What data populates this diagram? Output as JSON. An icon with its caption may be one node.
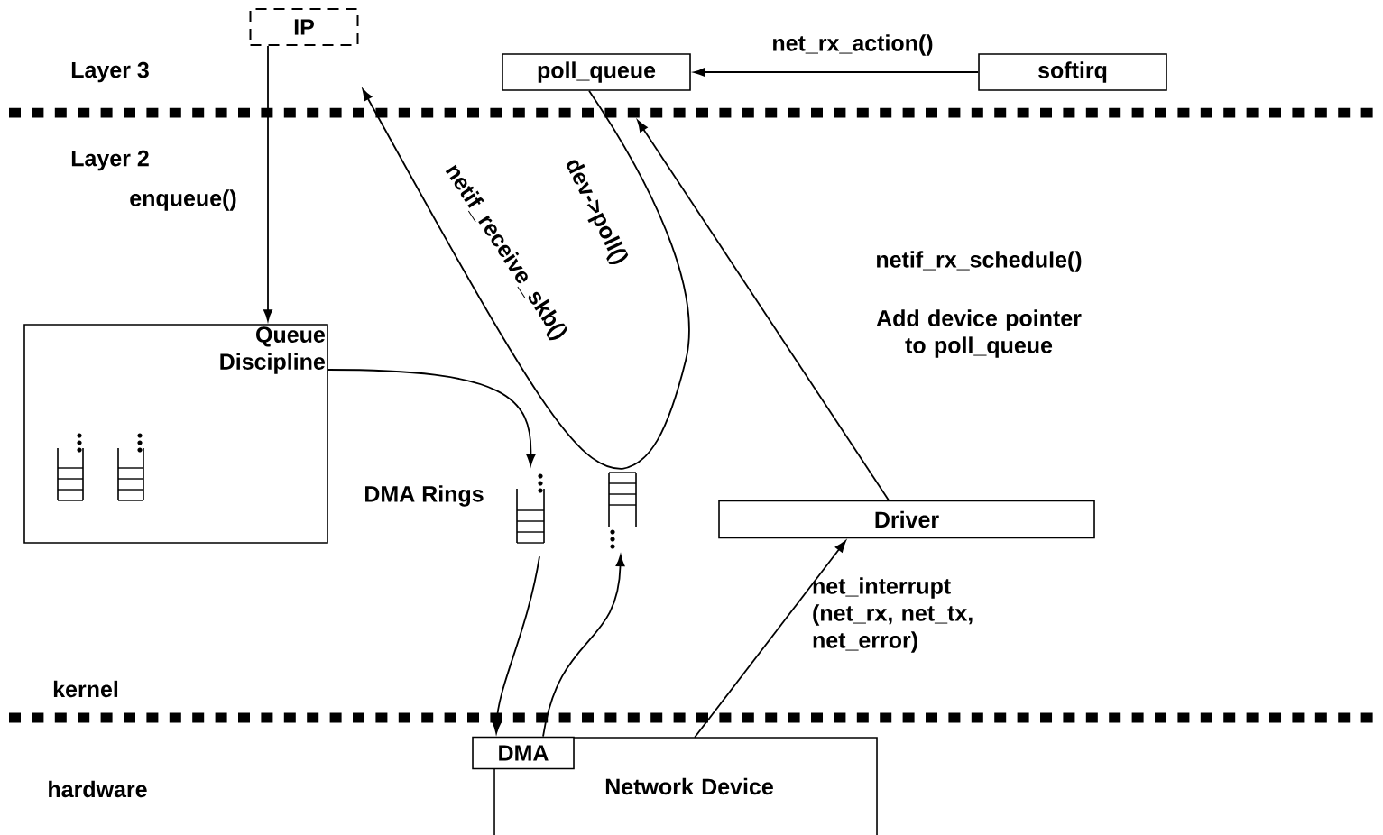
{
  "diagram": {
    "nodes": [
      {
        "text": [
          "IP"
        ]
      },
      {
        "text": [
          "poll_queue"
        ]
      },
      {
        "text": [
          "softirq"
        ]
      },
      {
        "text": [
          "Queue Discipline"
        ]
      },
      {
        "text": [],
        "shape": "box"
      },
      {
        "text": [],
        "shape": "box"
      },
      {
        "text": [
          "Driver"
        ]
      },
      {
        "text": [
          "Network Device"
        ]
      },
      {
        "text": [
          "DMA"
        ]
      }
    ],
    "edges": [
      {
        "from": 2,
        "to": 1,
        "arrow": "to",
        "label": "net_rx_action()"
      },
      {
        "from": 0,
        "to": 3,
        "arrow": "to",
        "label": "enqueue()"
      },
      {
        "from": 3,
        "to": 4,
        "arrow": "to"
      },
      {
        "from": 4,
        "to": 8,
        "arrow": "to"
      },
      {
        "from": 8,
        "to": 5,
        "arrow": "to"
      },
      {
        "from": 1,
        "to": 5,
        "arrow": "none",
        "label": "dev->poll()"
      },
      {
        "from": 5,
        "to": 0,
        "arrow": "to",
        "label": "netif_receive_skb()"
      },
      {
        "from": 6,
        "to": 1,
        "arrow": "to"
      },
      {
        "from": 7,
        "to": 6,
        "arrow": "to",
        "label": "net_interrupt (net_rx, net_tx, net_error)"
      }
    ],
    "labels": [
      "Layer 3",
      "Layer 2",
      "netif_rx_schedule()",
      "Add device pointer to poll_queue",
      "DMA Rings",
      "kernel",
      "hardware"
    ]
  }
}
